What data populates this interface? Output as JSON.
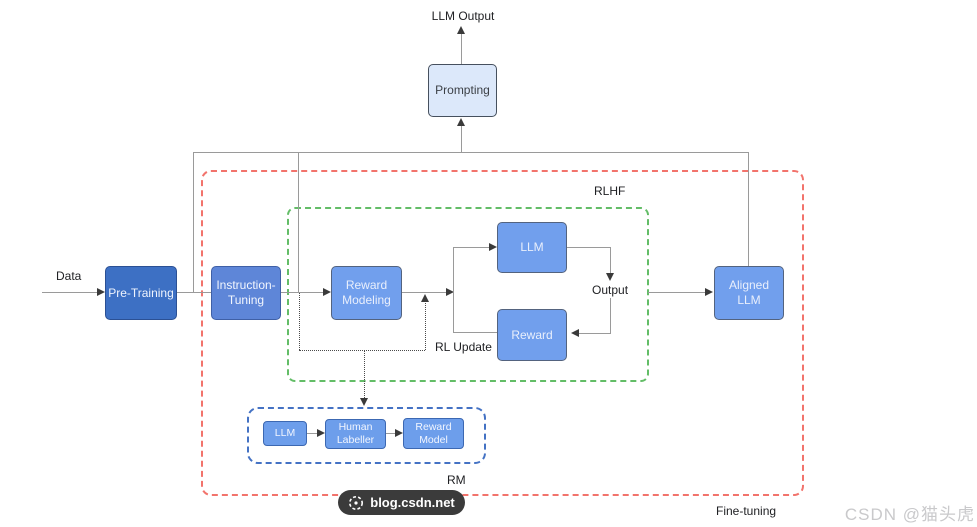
{
  "diagram": {
    "nodes": {
      "prompting": "Prompting",
      "pre_training": "Pre-Training",
      "instruction_tuning": "Instruction-\nTuning",
      "reward_modeling": "Reward\nModeling",
      "llm": "LLM",
      "reward": "Reward",
      "aligned_llm": "Aligned\nLLM",
      "rm_llm": "LLM",
      "human_labeller": "Human\nLabeller",
      "reward_model": "Reward\nModel"
    },
    "labels": {
      "llm_output": "LLM Output",
      "data": "Data",
      "rlhf": "RLHF",
      "output": "Output",
      "rl_update": "RL Update",
      "rm": "RM",
      "fine_tuning": "Fine-tuning"
    },
    "colors": {
      "fine_tuning_region": "#f2736c",
      "rlhf_region": "#63bd67",
      "rm_region": "#4472c4",
      "node_dark_blue": "#3d70c4",
      "node_mid_blue": "#5e86d8",
      "node_cornflower": "#719fed",
      "node_light_blue": "#dce8fa"
    }
  },
  "footer": {
    "badge_text": "blog.csdn.net",
    "credit": "CSDN @猫头虎"
  }
}
